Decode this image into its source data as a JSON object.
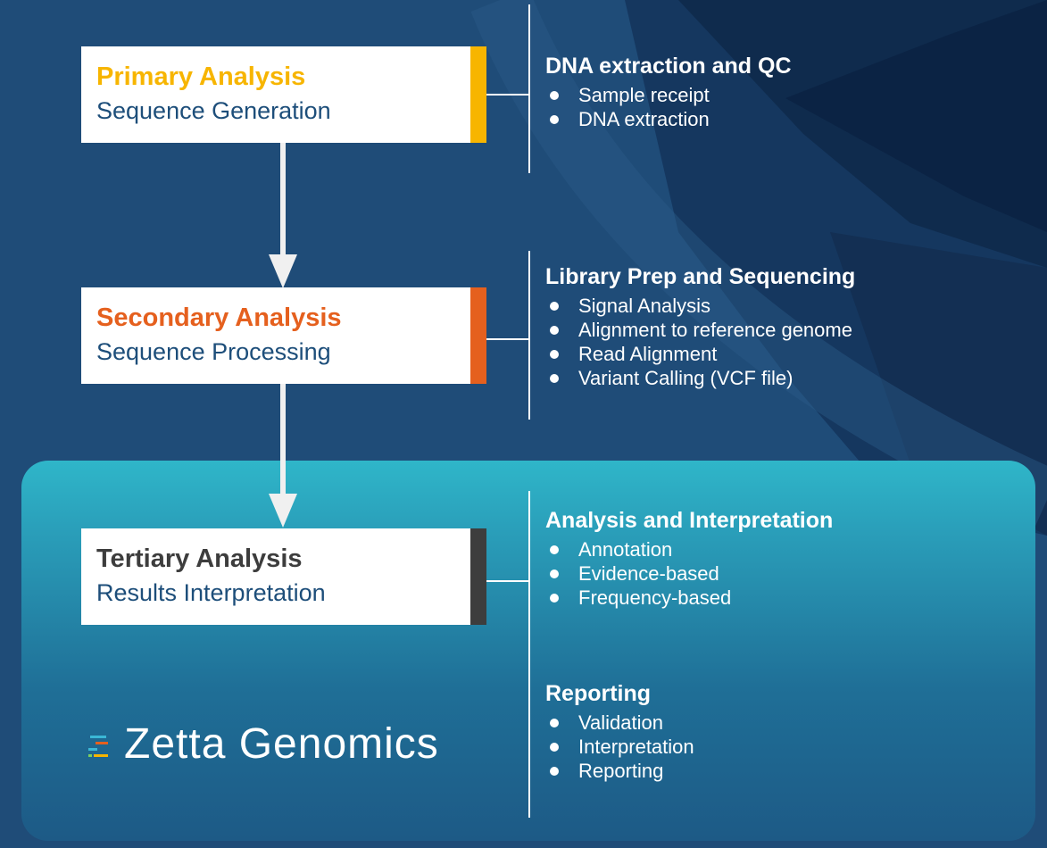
{
  "colors": {
    "background": "#1f4c78",
    "primary_accent": "#f7b500",
    "secondary_accent": "#e5601e",
    "tertiary_accent": "#3d3d3d",
    "panel_top": "#2fb6c9",
    "panel_bottom": "#1d5a86",
    "subtitle_text": "#1d4e7a"
  },
  "stages": [
    {
      "title": "Primary Analysis",
      "subtitle": "Sequence Generation"
    },
    {
      "title": "Secondary Analysis",
      "subtitle": "Sequence Processing"
    },
    {
      "title": "Tertiary Analysis",
      "subtitle": "Results Interpretation"
    }
  ],
  "sections": [
    {
      "heading": "DNA extraction and QC",
      "items": [
        "Sample receipt",
        "DNA extraction"
      ]
    },
    {
      "heading": "Library Prep and Sequencing",
      "items": [
        "Signal Analysis",
        "Alignment to reference genome",
        "Read Alignment",
        "Variant Calling (VCF file)"
      ]
    },
    {
      "heading": "Analysis and Interpretation",
      "items": [
        "Annotation",
        "Evidence-based",
        "Frequency-based"
      ]
    },
    {
      "heading": "Reporting",
      "items": [
        "Validation",
        "Interpretation",
        "Reporting"
      ]
    }
  ],
  "logo": {
    "name": "Zetta Genomics",
    "icon": "zetta-logo-mark-icon"
  }
}
